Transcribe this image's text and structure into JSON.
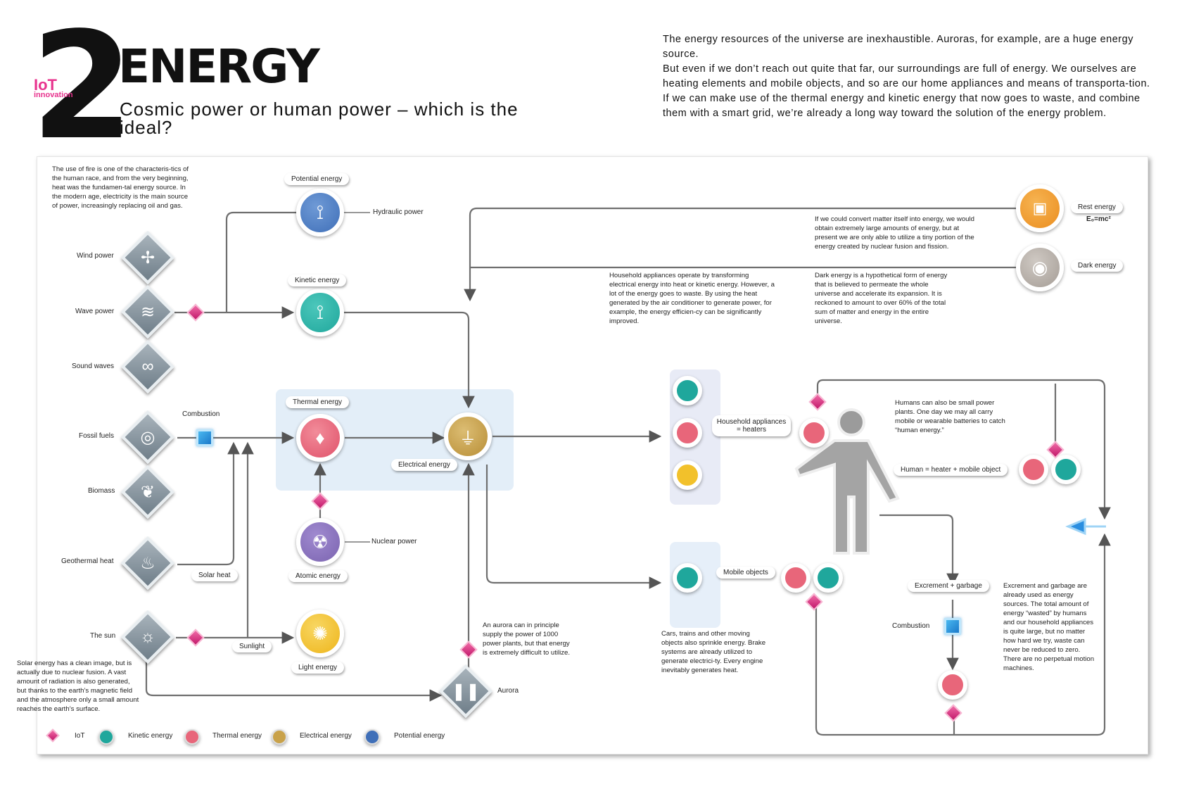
{
  "header": {
    "number": "2",
    "badge_main": "IoT",
    "badge_sub": "innovation",
    "title": "ENERGY",
    "subtitle": "Cosmic power or human power – which is the ideal?",
    "intro": [
      "The energy resources of the universe are inexhaustible. Auroras, for example, are a huge energy source.",
      "But even if we don’t reach out quite that far, our surroundings are full of energy. We ourselves are heating elements and mobile objects, and so are our home appliances and means of transporta-tion.",
      "If we can make use of the thermal energy and kinetic energy that now goes to waste, and combine them with a smart grid, we’re already a long way toward the solution of the energy problem."
    ]
  },
  "colors": {
    "iot": "#e03a8c",
    "kinetic": "#1fa79c",
    "thermal": "#e8667a",
    "electrical": "#c9a24a",
    "potential": "#3f6fb8",
    "light": "#f2c12b",
    "atomic": "#7b64b0",
    "grey": "#8a98a2"
  },
  "sources": {
    "wind": "Wind power",
    "wave": "Wave power",
    "sound": "Sound waves",
    "fossil": "Fossil fuels",
    "biomass": "Biomass",
    "geothermal": "Geothermal heat",
    "sun": "The sun",
    "aurora": "Aurora"
  },
  "energies": {
    "potential": "Potential energy",
    "kinetic": "Kinetic energy",
    "thermal": "Thermal energy",
    "electrical": "Electrical energy",
    "atomic": "Atomic energy",
    "light": "Light energy",
    "rest": "Rest energy",
    "rest_formula": "E₀=mc²",
    "dark": "Dark energy"
  },
  "labels": {
    "hydraulic": "Hydraulic power",
    "combustion": "Combustion",
    "nuclear": "Nuclear power",
    "solar_heat": "Solar heat",
    "sunlight": "Sunlight",
    "household": "Household appliances = heaters",
    "mobile": "Mobile objects",
    "human": "Human = heater + mobile object",
    "excrement": "Excrement + garbage",
    "combustion2": "Combustion"
  },
  "notes": {
    "fire": "The use of fire is one of the characteris-tics of the human race, and from the very beginning, heat was the fundamen-tal energy source. In the modern age, electricity is the main source of power, increasingly replacing oil and gas.",
    "matter": "If we could convert matter itself into energy, we would obtain extremely large amounts of energy, but at present we are only able to utilize a tiny portion of the energy created by nuclear fusion and fission.",
    "household": "Household appliances operate by transforming electrical energy into heat or kinetic energy. However, a lot of the energy goes to waste. By using the heat generated by the air conditioner to generate power, for example, the energy efficien-cy can be significantly improved.",
    "dark": "Dark energy is a hypothetical form of energy that is believed to permeate the whole universe and accelerate its expansion. It is reckoned to amount to over 60% of the total sum of matter and energy in the entire universe.",
    "human": "Humans can also be small power plants. One day we may all carry mobile or wearable batteries to catch “human energy.”",
    "aurora": "An aurora can in principle supply the power of 1000 power plants, but that energy is extremely difficult to utilize.",
    "cars": "Cars, trains and other moving objects also sprinkle energy. Brake systems are already utilized to generate electrici-ty. Every engine inevitably generates heat.",
    "excrement": "Excrement and garbage are already used as energy sources. The total amount of energy “wasted” by humans and our household appliances is quite large, but no matter how hard we try, waste can never be reduced to zero. There are no perpetual motion machines.",
    "solar": "Solar energy has a clean image, but is actually due to nuclear fusion. A vast amount of radiation is also generated, but thanks to the earth’s magnetic field and the atmosphere only a small amount reaches the earth’s surface."
  },
  "legend": [
    {
      "label": "IoT",
      "kind": "iot"
    },
    {
      "label": "Kinetic energy",
      "kind": "kinetic"
    },
    {
      "label": "Thermal energy",
      "kind": "thermal"
    },
    {
      "label": "Electrical energy",
      "kind": "electrical"
    },
    {
      "label": "Potential energy",
      "kind": "potential"
    }
  ]
}
